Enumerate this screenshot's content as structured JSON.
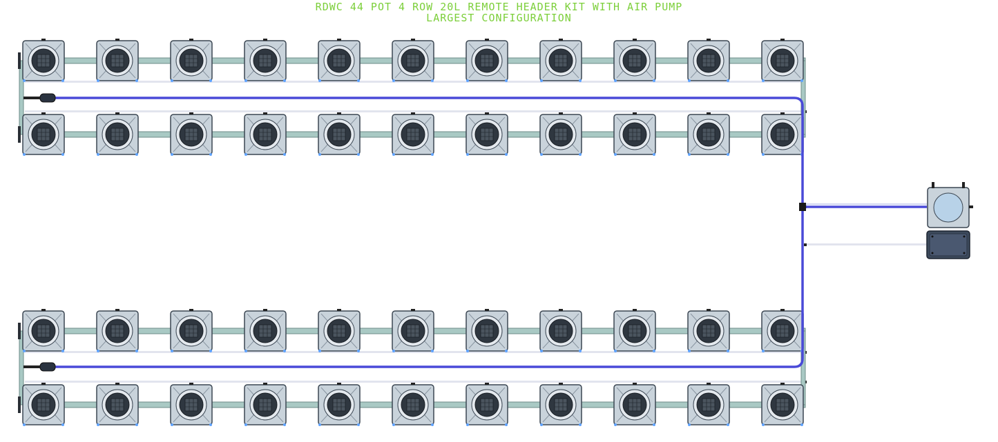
{
  "title": {
    "line1": "RDWC 44 POT 4 ROW 20L REMOTE HEADER KIT WITH AIR PUMP",
    "line2": "LARGEST CONFIGURATION"
  },
  "diagram": {
    "pots_per_row": 11,
    "rows": 4,
    "pot_count": 44,
    "pot_volume": "20L",
    "has_header_tank": true,
    "has_air_pump": true
  },
  "colors": {
    "title": "#7ccf3a",
    "pot_body": "#c9d3db",
    "pot_edge": "#3b4652",
    "pot_center": "#2f3740",
    "pipe_pvc": "#a9c9c4",
    "pipe_edge": "#6e8c88",
    "airline": "#4a4ad8",
    "return_line": "#e2e4ee",
    "air_pump": "#3d4a5c"
  }
}
